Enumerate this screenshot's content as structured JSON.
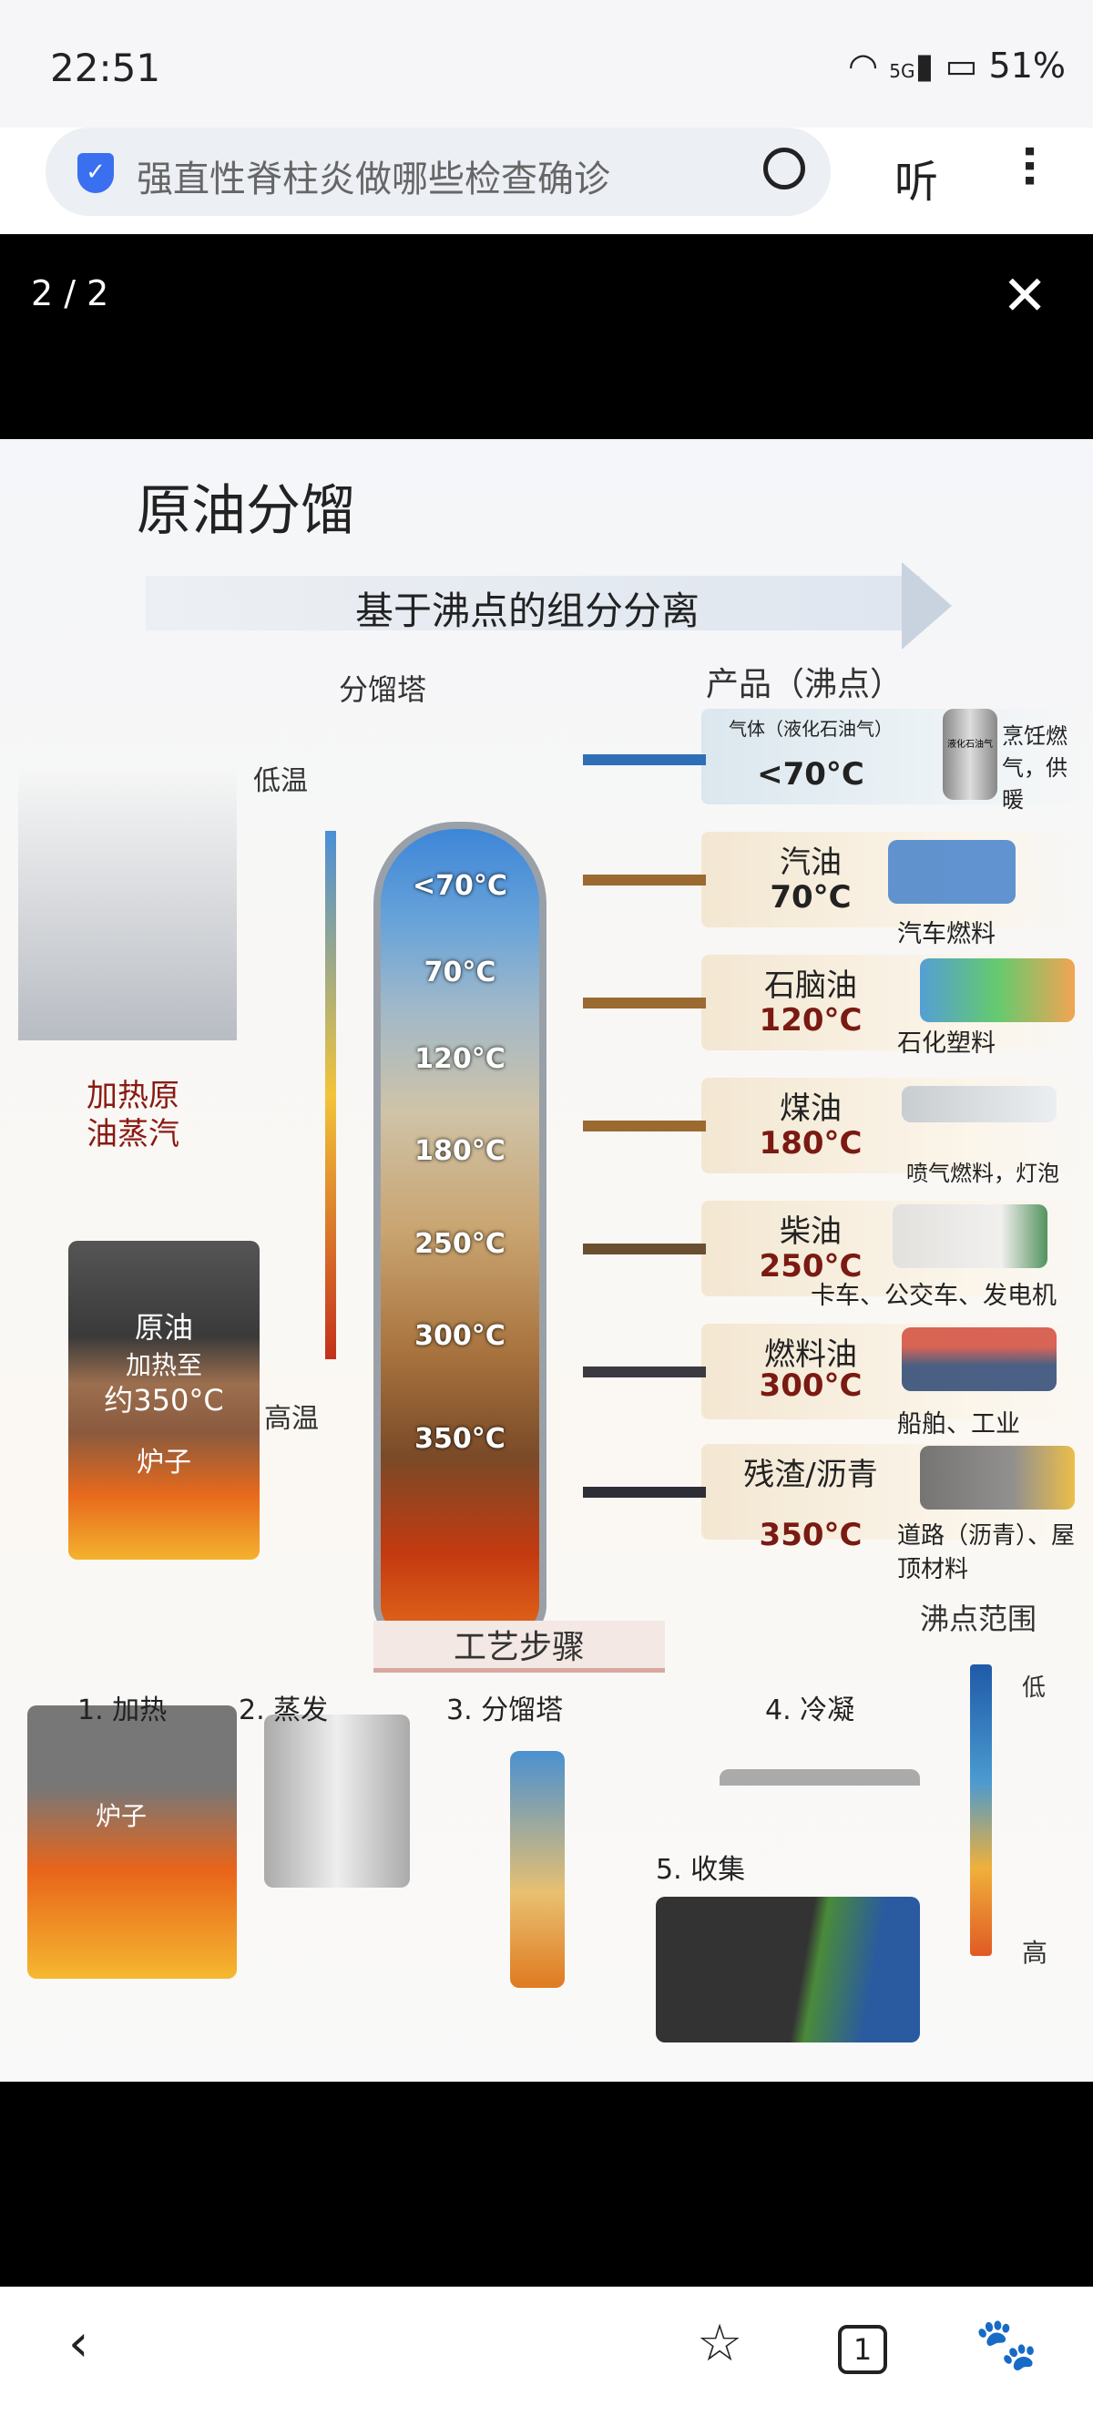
{
  "status": {
    "time": "22:51",
    "network": "5G",
    "battery": "51%"
  },
  "search": {
    "query": "强直性脊柱炎做哪些检查确诊",
    "listen": "听"
  },
  "viewer": {
    "pager": "2 / 2"
  },
  "infographic": {
    "title": "原油分馏",
    "banner": "基于沸点的组分分离",
    "tower_label": "分馏塔",
    "low_temp": "低温",
    "high_temp": "高温",
    "feed_label": "加热原油蒸汽",
    "furnace_top": "原油",
    "furnace_heat": "加热至",
    "furnace_temp": "约350°C",
    "furnace_label": "炉子",
    "products_header": "产品（沸点）",
    "tower_levels": [
      "<70°C",
      "70°C",
      "120°C",
      "180°C",
      "250°C",
      "300°C",
      "350°C"
    ],
    "products": [
      {
        "name": "气体（液化石油气）",
        "temp": "<70°C",
        "use": "烹饪燃气，供暖",
        "tank_label": "液化石油气"
      },
      {
        "name": "汽油",
        "temp": "70°C",
        "use": "汽车燃料"
      },
      {
        "name": "石脑油",
        "temp": "120°C",
        "use": "石化塑料"
      },
      {
        "name": "煤油",
        "temp": "180°C",
        "use": "喷气燃料，灯泡"
      },
      {
        "name": "柴油",
        "temp": "250°C",
        "use": "卡车、公交车、发电机"
      },
      {
        "name": "燃料油",
        "temp": "300°C",
        "use": "船舶、工业"
      },
      {
        "name": "残渣/沥青",
        "temp": "350°C",
        "use": "道路（沥青）、屋顶材料"
      }
    ],
    "range_label": "沸点范围",
    "steps_title": "工艺步骤",
    "steps": [
      "1. 加热",
      "2. 蒸发",
      "3. 分馏塔",
      "4. 冷凝",
      "5. 收集"
    ],
    "step1_furnace": "炉子",
    "scale_low": "低",
    "scale_high": "高"
  },
  "colors": {
    "accent": "#3a6ff0"
  }
}
